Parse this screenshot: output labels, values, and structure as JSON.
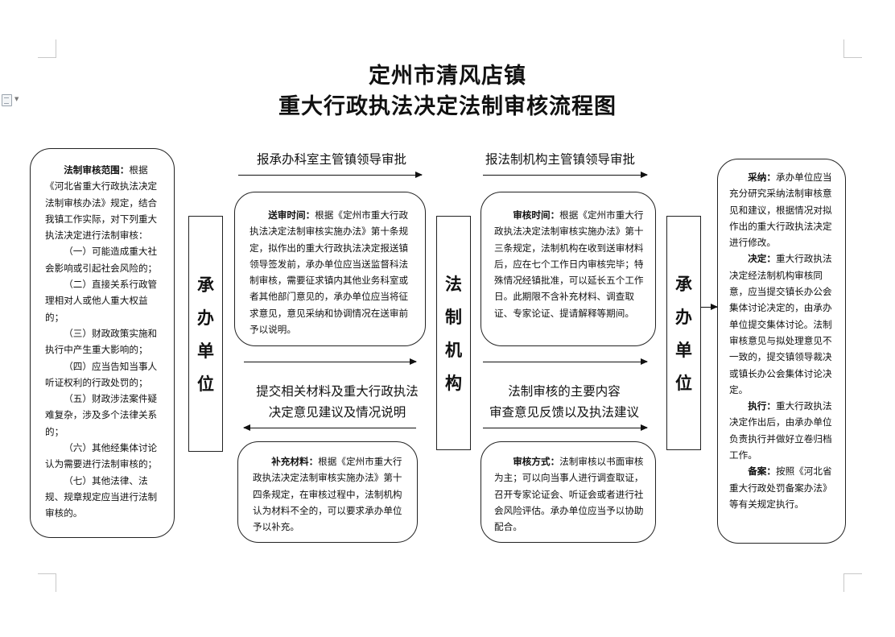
{
  "title": {
    "line1": "定州市清风店镇",
    "line2": "重大行政执法决定法制审核流程图"
  },
  "scope_box": {
    "heading": "法制审核范围：",
    "intro": "根据《河北省重大行政执法决定法制审核办法》规定，结合我镇工作实际，对下列重大执法决定进行法制审核：",
    "items": [
      "（一）可能造成重大社会影响或引起社会风险的；",
      "（二）直接关系行政管理相对人或他人重大权益的；",
      "（三）财政政策实施和执行中产生重大影响的；",
      "（四）应当告知当事人听证权利的行政处罚的；",
      "（五）财政涉法案件疑难复杂，涉及多个法律关系的；",
      "（六）其他经集体讨论认为需要进行法制审核的；",
      "（七）其他法律、法规、规章规定应当进行法制审核的。"
    ]
  },
  "left_unit": {
    "chars": [
      "承",
      "办",
      "单",
      "位"
    ]
  },
  "center_unit": {
    "chars": [
      "法",
      "制",
      "机",
      "构"
    ]
  },
  "right_unit": {
    "chars": [
      "承",
      "办",
      "单",
      "位"
    ]
  },
  "flow_labels": {
    "top_left": "报承办科室主管镇领导审批",
    "top_right": "报法制机构主管镇领导审批",
    "mid_left_1": "提交相关材料及重大行政执法",
    "mid_left_2": "决定意见建议及情况说明",
    "mid_right_1": "法制审核的主要内容",
    "mid_right_2": "审查意见反馈以及执法建议"
  },
  "send_time_box": {
    "heading": "送审时间：",
    "body": "根据《定州市重大行政执法决定法制审核实施办法》第十条规定，拟作出的重大行政执法决定报送镇领导签发前，承办单位应当送监督科法制审核，需要征求镇内其他业务科室或者其他部门意见的，承办单位应当将征求意见，意见采纳和协调情况在送审前予以说明。"
  },
  "review_time_box": {
    "heading": "审核时间：",
    "body": "根据《定州市重大行政执法决定法制审核实施办法》第十三条规定，法制机构在收到送审材料后，应在七个工作日内审核完毕；特殊情况经镇批准，可以延长五个工作日。此期限不含补充材料、调查取证、专家论证、提请解释等期间。"
  },
  "supplement_box": {
    "heading": "补充材料：",
    "body": "根据《定州市重大行政执法决定法制审核实施办法》第十四条规定，在审核过程中，法制机构认为材料不全的，可以要求承办单位予以补充。"
  },
  "method_box": {
    "heading": "审核方式：",
    "body": "法制审核以书面审核为主；可以向当事人进行调查取证，召开专家论证会、听证会或者进行社会风险评估。承办单位应当予以协助配合。"
  },
  "result_box": {
    "adopt_heading": "采纳：",
    "adopt_body": "承办单位应当充分研究采纳法制审核意见和建议，根据情况对拟作出的重大行政执法决定进行修改。",
    "decide_heading": "决定：",
    "decide_body": "重大行政执法决定经法制机构审核同意，应当提交镇长办公会集体讨论决定的，由承办单位提交集体讨论。法制审核意见与拟处理意见不一致的，提交镇领导裁决或镇长办公会集体讨论决定。",
    "execute_heading": "执行：",
    "execute_body": "重大行政执法决定作出后，由承办单位负责执行并做好立卷归档工作。",
    "record_heading": "备案：",
    "record_body": "按照《河北省重大行政处罚备案办法》等有关规定执行。"
  }
}
